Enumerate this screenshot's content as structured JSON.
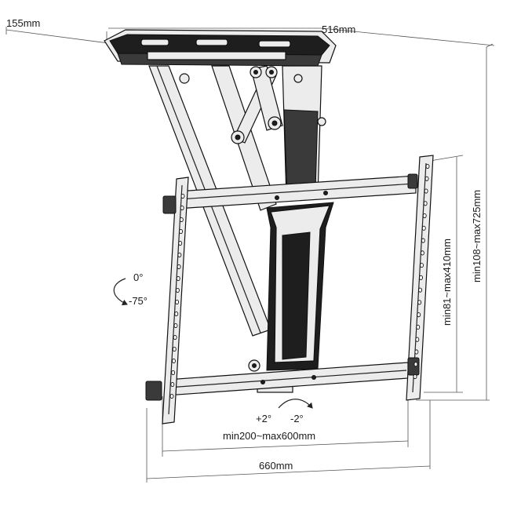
{
  "dimensions": {
    "top_depth": "155mm",
    "top_width": "516mm",
    "overall_height": "min108~max725mm",
    "vesa_height": "min81~max410mm",
    "vesa_width": "min200~max600mm",
    "overall_width": "660mm"
  },
  "tilt": {
    "upper": "0°",
    "lower": "-75°"
  },
  "swivel": {
    "left": "+2°",
    "right": "-2°"
  },
  "colors": {
    "line": "#222222",
    "part_dark": "#1e1e1e",
    "part_light": "#ececec"
  }
}
